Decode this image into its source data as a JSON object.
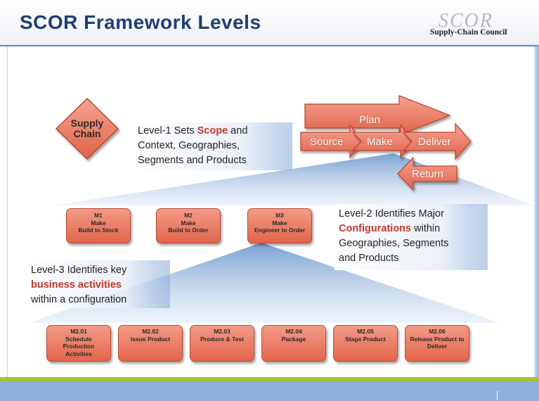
{
  "header": {
    "title": "SCOR Framework Levels",
    "logo_mark": "SCOR",
    "logo_text": "Supply-Chain Council"
  },
  "level1": {
    "diamond_label_line1": "Supply",
    "diamond_label_line2": "Chain",
    "text_line1_prefix": "Level-1 Sets ",
    "text_line1_keyword": "Scope",
    "text_line1_suffix": " and",
    "text_line2": "Context, Geographies,",
    "text_line3": "Segments and Products"
  },
  "processes": {
    "plan": "Plan",
    "source": "Source",
    "make": "Make",
    "deliver": "Deliver",
    "return": "Return"
  },
  "level2": {
    "boxes": [
      {
        "code": "M1",
        "name": "Make",
        "desc": "Build to Stock"
      },
      {
        "code": "M2",
        "name": "Make",
        "desc": "Build to Order"
      },
      {
        "code": "M3",
        "name": "Make",
        "desc": "Engineer to Order"
      }
    ],
    "text_line1": "Level-2 Identifies Major",
    "text_line2_keyword": "Configurations",
    "text_line2_suffix": " within",
    "text_line3": "Geographies, Segments",
    "text_line4": "and Products"
  },
  "level3": {
    "text_line1": "Level-3 Identifies key",
    "text_line2_keyword": "business activities",
    "text_line3": "within a configuration",
    "boxes": [
      {
        "code": "M2.01",
        "line1": "Schedule",
        "line2": "Production",
        "line3": "Activities"
      },
      {
        "code": "M2.02",
        "line1": "Issue Product",
        "line2": "",
        "line3": ""
      },
      {
        "code": "M2.03",
        "line1": "Produce & Test",
        "line2": "",
        "line3": ""
      },
      {
        "code": "M2.04",
        "line1": "Package",
        "line2": "",
        "line3": ""
      },
      {
        "code": "M2.05",
        "line1": "Stage Product",
        "line2": "",
        "line3": ""
      },
      {
        "code": "M2.06",
        "line1": "Release Product to",
        "line2": "Deliver",
        "line3": ""
      }
    ]
  },
  "colors": {
    "title": "#1f3f72",
    "node_fill": "#e9765e",
    "node_border": "#b94a36",
    "keyword": "#c0392b",
    "footer_green": "#a9c23a",
    "footer_blue": "#8db0dc"
  }
}
